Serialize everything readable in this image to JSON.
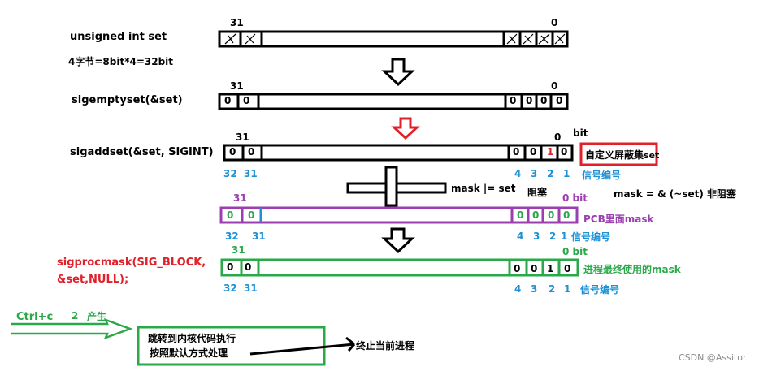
{
  "row1": {
    "label": "unsigned int  set",
    "sub": "4字节=8bit*4=32bit",
    "bit_hi": "31",
    "bit_lo": "0"
  },
  "row2": {
    "label": "sigemptyset(&set)",
    "bit_hi": "31",
    "bit_lo": "0",
    "cells": [
      "0",
      "0",
      "0",
      "0",
      "0",
      "0"
    ]
  },
  "row3": {
    "label": "sigaddset(&set, SIGINT)",
    "bit_hi": "31",
    "bit_lo": "0",
    "bit_word": "bit",
    "cells": [
      "0",
      "0",
      "0",
      "0",
      "1",
      "0"
    ],
    "note": "自定义屏蔽集",
    "note_suffix": "set",
    "idx": [
      "32",
      "31",
      "4",
      "3",
      "2",
      "1"
    ],
    "idx_label": "信号编号"
  },
  "mid": {
    "or_text": "mask |= set",
    "block_text": "阻塞",
    "nonblock_text": "mask = & (~set) 非阻塞"
  },
  "row4": {
    "bit_hi": "31",
    "bit_lo": "0 bit",
    "cells": [
      "0",
      "0",
      "0",
      "0",
      "0",
      "0"
    ],
    "label": "PCB里面mask",
    "idx": [
      "32",
      "31",
      "4",
      "3",
      "2",
      "1"
    ],
    "idx_label": "信号编号"
  },
  "row5": {
    "label_line1": "sigprocmask(SIG_BLOCK,",
    "label_line2": "&set,NULL);",
    "bit_hi": "31",
    "bit_lo": "0  bit",
    "cells": [
      "0",
      "0",
      "0",
      "0",
      "1",
      "0"
    ],
    "label": "进程最终使用的mask",
    "idx": [
      "32",
      "31",
      "4",
      "3",
      "2",
      "1"
    ],
    "idx_label": "信号编号"
  },
  "bottom": {
    "ctrl": "Ctrl+c",
    "num": "2",
    "produce": "产生",
    "box_line1": "跳转到内核代码执行",
    "box_line2": "按照默认方式处理",
    "terminate": "终止当前进程",
    "watermark": "CSDN @Assitor"
  },
  "colors": {
    "black": "#000000",
    "blue": "#1e90d6",
    "purple": "#9b3fb0",
    "green": "#2aa84a",
    "red": "#e0202a"
  }
}
